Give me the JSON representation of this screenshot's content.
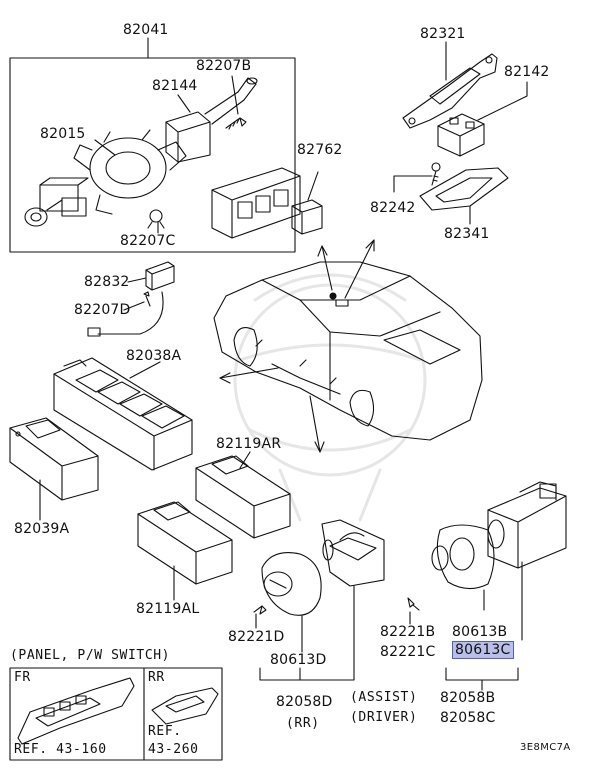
{
  "labels": {
    "p82041": "82041",
    "p82207B": "82207B",
    "p82144": "82144",
    "p82015": "82015",
    "p82207C": "82207C",
    "p82321": "82321",
    "p82142": "82142",
    "p82242": "82242",
    "p82341": "82341",
    "p82762": "82762",
    "p82832": "82832",
    "p82207D": "82207D",
    "p82038A": "82038A",
    "p82039A": "82039A",
    "p82119AR": "82119AR",
    "p82119AL": "82119AL",
    "p82221D": "82221D",
    "p80613D": "80613D",
    "p82058D": "82058D",
    "rr": "(RR)",
    "p82221B": "82221B",
    "p80613B": "80613B",
    "p82221C": "82221C",
    "p80613C": "80613C",
    "assist": "(ASSIST)",
    "p82058B": "82058B",
    "driver": "(DRIVER)",
    "p82058C": "82058C"
  },
  "legend": {
    "title": "(PANEL, P/W SWITCH)",
    "fr": "FR",
    "rr": "RR",
    "ref_fr": "REF. 43-160",
    "ref_rr_1": "REF.",
    "ref_rr_2": "43-260"
  },
  "diagram_code": "3E8MC7A",
  "highlight_color": "#b9bfe8"
}
